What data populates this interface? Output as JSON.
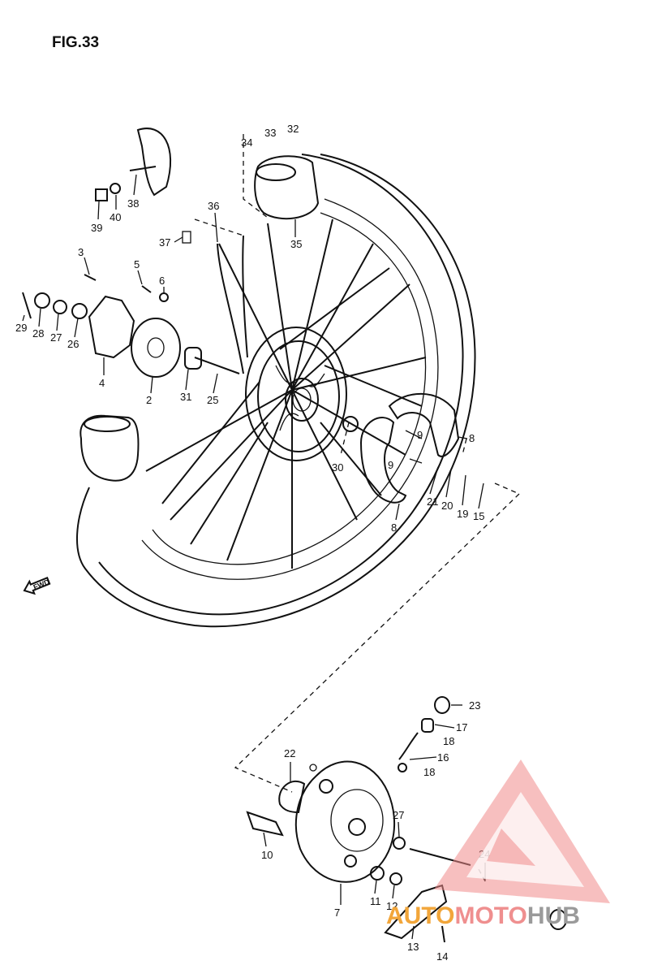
{
  "figure": {
    "title": "FIG.33",
    "direction_label": "FWD"
  },
  "watermark": {
    "text_parts": [
      "AUTO",
      "MOTO",
      "HUB"
    ],
    "colors": {
      "auto": "#f2a63a",
      "moto": "#ef8f8f",
      "hub": "#9a9a9a",
      "triangle": "#f08a8a"
    }
  },
  "part_numbers": [
    "34",
    "33",
    "32",
    "36",
    "37",
    "38",
    "39",
    "40",
    "3",
    "5",
    "6",
    "29",
    "28",
    "27",
    "26",
    "4",
    "2",
    "31",
    "25",
    "35",
    "30",
    "8",
    "9",
    "9",
    "8",
    "21",
    "20",
    "19",
    "15",
    "23",
    "17",
    "18",
    "16",
    "18",
    "22",
    "27",
    "10",
    "24",
    "7",
    "11",
    "12",
    "13",
    "14"
  ]
}
